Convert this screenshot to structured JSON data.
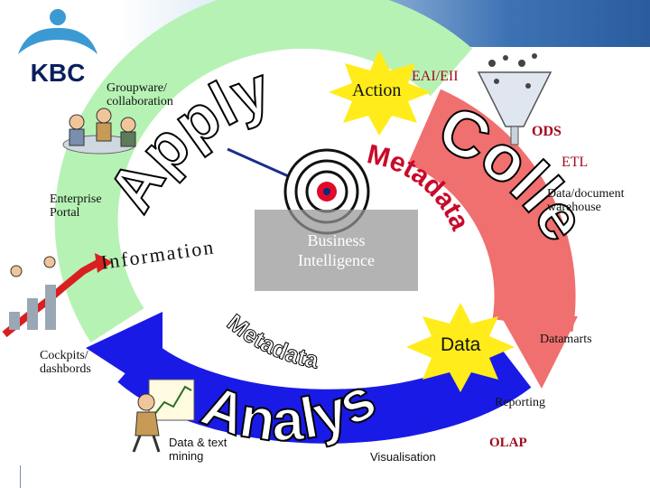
{
  "logo": {
    "brand_text": "KBC",
    "brand_color": "#0a1f5c",
    "symbol_color": "#3c9ad3"
  },
  "colors": {
    "collect_arc": "#f06f6f",
    "apply_arc": "#b7f2b5",
    "analyse_arc": "#1a1ae6",
    "metadata_text": "#c90a2a",
    "starburst": "#ffec1a",
    "accent_red": "#a10a1c"
  },
  "cycle": {
    "collect_word": "Collect",
    "apply_word": "Apply",
    "analyse_word": "Analyse",
    "metadata_top": "Metadata",
    "metadata_bottom": "Metadata",
    "information": "Information"
  },
  "center_box": {
    "text": "Business\nIntelligence"
  },
  "labels": {
    "groupware": "Groupware/\ncollaboration",
    "enterprise_portal": "Enterprise\nPortal",
    "cockpits": "Cockpits/\ndashbords",
    "data_text_mining": "Data & text\nmining",
    "visualisation": "Visualisation",
    "olap": "OLAP",
    "reporting": "Reporting",
    "datamarts": "Datamarts",
    "data_document_warehouse": "Data/document\nwarehouse",
    "etl": "ETL",
    "ods": "ODS",
    "eai_eii": "EAI/EII",
    "action": "Action",
    "data": "Data"
  }
}
